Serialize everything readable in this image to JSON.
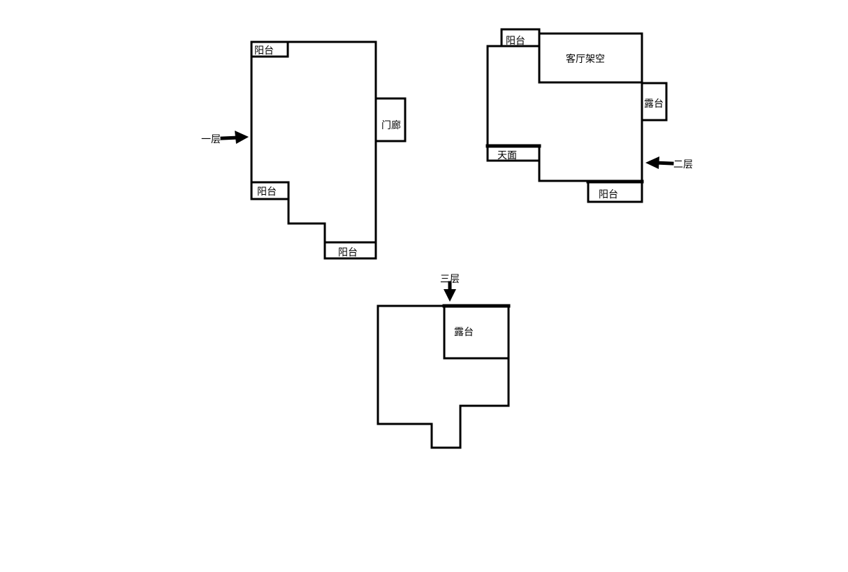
{
  "floors": {
    "first": {
      "label": "一层",
      "rooms": {
        "balcony_top": "阳台",
        "porch": "门廊",
        "balcony_mid": "阳台",
        "balcony_bottom": "阳台"
      }
    },
    "second": {
      "label": "二层",
      "rooms": {
        "balcony_top": "阳台",
        "living_void": "客厅架空",
        "terrace": "露台",
        "roof": "天面",
        "balcony_bottom": "阳台"
      }
    },
    "third": {
      "label": "三层",
      "rooms": {
        "terrace": "露台"
      }
    }
  }
}
